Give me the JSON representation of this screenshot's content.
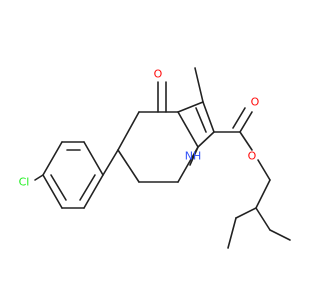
{
  "molecule": {
    "atoms": [
      {
        "id": "O_keto",
        "label": "O",
        "color": "#ff0d0d"
      },
      {
        "id": "O_carbonyl",
        "label": "O",
        "color": "#ff0d0d"
      },
      {
        "id": "O_ester",
        "label": "O",
        "color": "#ff0d0d"
      },
      {
        "id": "N_H",
        "label": "NH",
        "sub": "1",
        "color": "#3050f8"
      },
      {
        "id": "Cl",
        "label": "Cl",
        "color": "#1ff01f"
      }
    ],
    "bond_color": "#222222"
  }
}
